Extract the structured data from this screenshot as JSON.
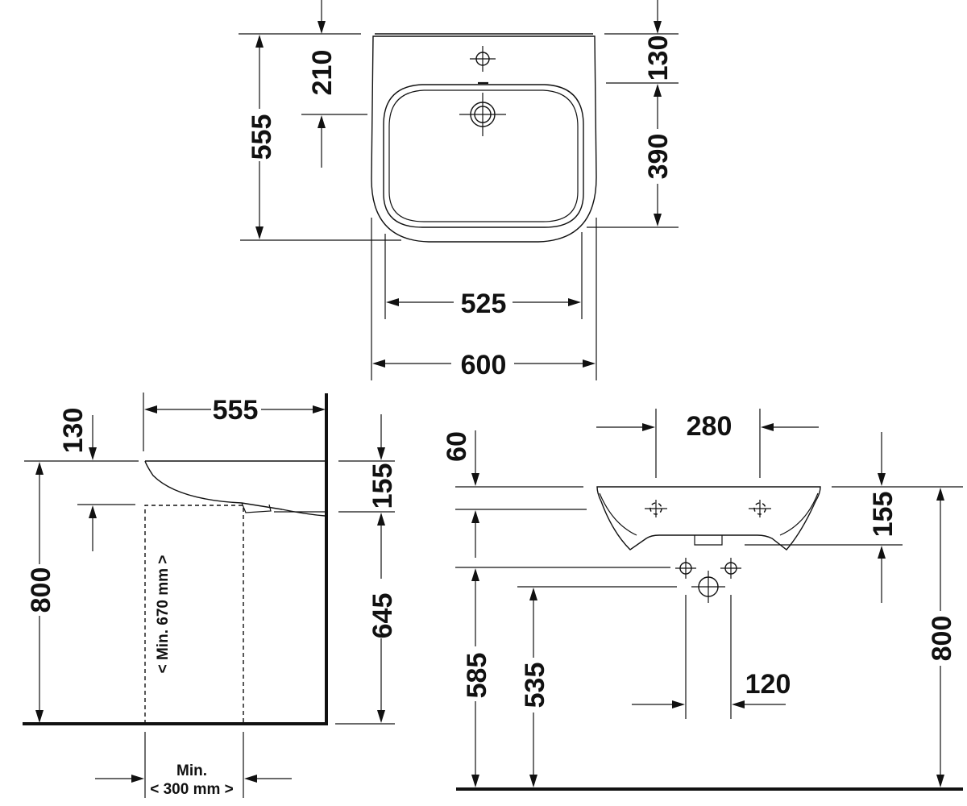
{
  "top_view": {
    "overall_depth": "555",
    "tap_to_back": "210",
    "back_to_bowl": "130",
    "bowl_depth": "390",
    "bowl_width": "525",
    "overall_width": "600"
  },
  "side_view": {
    "depth": "555",
    "rim_offset": "130",
    "rim_to_underside": "155",
    "underside_height": "645",
    "rim_height": "800",
    "clearance_height": "< Min. 670 mm >",
    "clearance_width_label": "Min.",
    "clearance_width": "< 300 mm >"
  },
  "front_view": {
    "tap_spacing": "280",
    "rim_to_tap": "60",
    "basin_height": "155",
    "rim_height": "800",
    "supply_height": "585",
    "waste_height": "535",
    "supply_spacing": "120"
  }
}
